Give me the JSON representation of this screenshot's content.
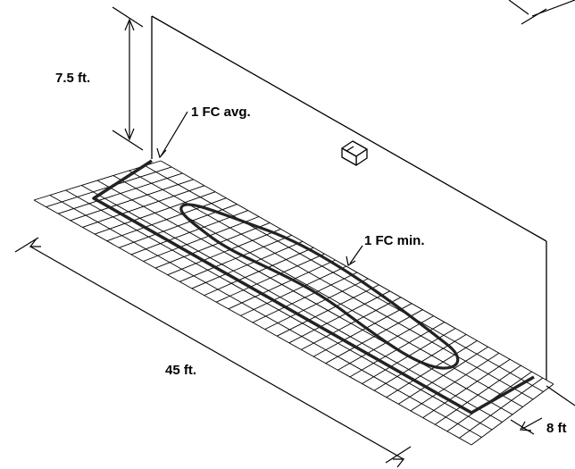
{
  "labels": {
    "wall_height": "7.5 ft.",
    "average": "1 FC avg.",
    "minimum": "1 FC min.",
    "length": "45 ft.",
    "depth": "8 ft"
  },
  "icons": {
    "fixture": "wall-luminaire-icon"
  },
  "colors": {
    "line": "#000000",
    "background": "#ffffff"
  }
}
